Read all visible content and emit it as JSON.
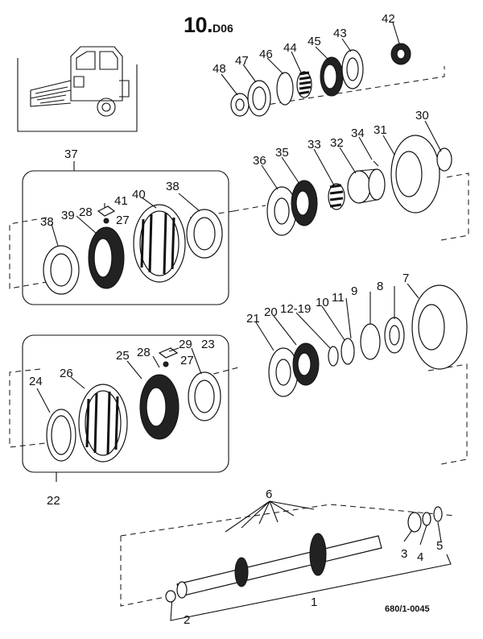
{
  "header": {
    "page_number": "10.",
    "section_code": "D06"
  },
  "footer": {
    "drawing_reference": "680/1-0045"
  },
  "callouts": [
    {
      "id": "c48",
      "text": "48"
    },
    {
      "id": "c47",
      "text": "47"
    },
    {
      "id": "c46",
      "text": "46"
    },
    {
      "id": "c44",
      "text": "44"
    },
    {
      "id": "c45",
      "text": "45"
    },
    {
      "id": "c43",
      "text": "43"
    },
    {
      "id": "c42",
      "text": "42"
    },
    {
      "id": "c37",
      "text": "37"
    },
    {
      "id": "c36",
      "text": "36"
    },
    {
      "id": "c35",
      "text": "35"
    },
    {
      "id": "c33",
      "text": "33"
    },
    {
      "id": "c32",
      "text": "32"
    },
    {
      "id": "c34",
      "text": "34"
    },
    {
      "id": "c31",
      "text": "31"
    },
    {
      "id": "c30",
      "text": "30"
    },
    {
      "id": "c38a",
      "text": "38"
    },
    {
      "id": "c40",
      "text": "40"
    },
    {
      "id": "c41",
      "text": "41"
    },
    {
      "id": "c28a",
      "text": "28"
    },
    {
      "id": "c39",
      "text": "39"
    },
    {
      "id": "c27a",
      "text": "27"
    },
    {
      "id": "c38b",
      "text": "38"
    },
    {
      "id": "c21",
      "text": "21"
    },
    {
      "id": "c20",
      "text": "20"
    },
    {
      "id": "c12_19",
      "text": "12-19"
    },
    {
      "id": "c10",
      "text": "10"
    },
    {
      "id": "c11",
      "text": "11"
    },
    {
      "id": "c9",
      "text": "9"
    },
    {
      "id": "c8",
      "text": "8"
    },
    {
      "id": "c7",
      "text": "7"
    },
    {
      "id": "c29",
      "text": "29"
    },
    {
      "id": "c28b",
      "text": "28"
    },
    {
      "id": "c23",
      "text": "23"
    },
    {
      "id": "c25",
      "text": "25"
    },
    {
      "id": "c27b",
      "text": "27"
    },
    {
      "id": "c24",
      "text": "24"
    },
    {
      "id": "c26",
      "text": "26"
    },
    {
      "id": "c22",
      "text": "22"
    },
    {
      "id": "c6",
      "text": "6"
    },
    {
      "id": "c3",
      "text": "3"
    },
    {
      "id": "c4",
      "text": "4"
    },
    {
      "id": "c5",
      "text": "5"
    },
    {
      "id": "c1",
      "text": "1"
    },
    {
      "id": "c2",
      "text": "2"
    }
  ]
}
